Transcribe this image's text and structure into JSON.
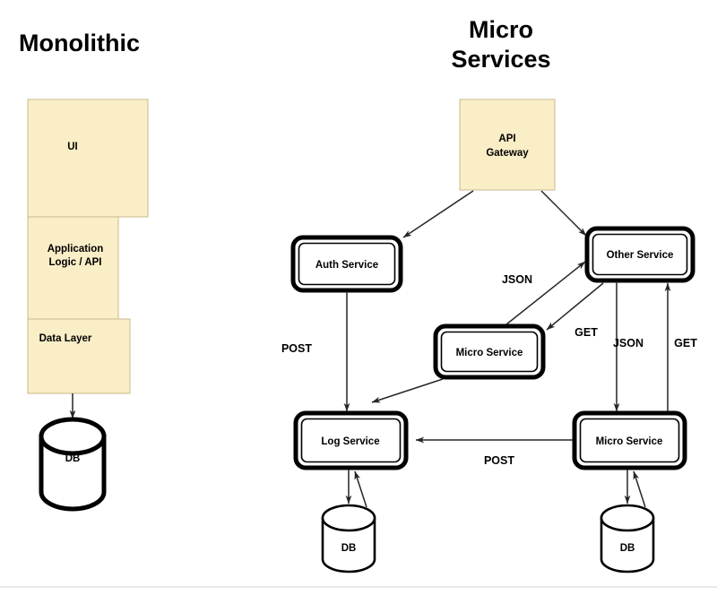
{
  "diagram": {
    "title_left": "Monolithic",
    "title_right_line1": "Micro",
    "title_right_line2": "Services",
    "colors": {
      "box_fill": "#FAEEC7",
      "box_stroke": "#C8B98C",
      "service_stroke": "#000000",
      "connector": "#262626",
      "background": "#FFFFFF",
      "divider": "#E2E2E2"
    }
  },
  "monolithic": {
    "layers": [
      {
        "label": "UI"
      },
      {
        "label_line1": "Application",
        "label_line2": "Logic / API"
      },
      {
        "label": "Data Layer"
      }
    ],
    "database": {
      "label": "DB"
    }
  },
  "microservices": {
    "gateway": {
      "label_line1": "API",
      "label_line2": "Gateway"
    },
    "services": [
      {
        "label": "Auth Service"
      },
      {
        "label": "Other Service"
      },
      {
        "label": "Micro Service"
      },
      {
        "label": "Log Service"
      },
      {
        "label": "Micro Service"
      }
    ],
    "databases": [
      {
        "label": "DB"
      },
      {
        "label": "DB"
      }
    ],
    "edge_labels": [
      {
        "label": "JSON"
      },
      {
        "label": "GET"
      },
      {
        "label": "JSON"
      },
      {
        "label": "GET"
      },
      {
        "label": "POST"
      },
      {
        "label": "POST"
      }
    ]
  }
}
